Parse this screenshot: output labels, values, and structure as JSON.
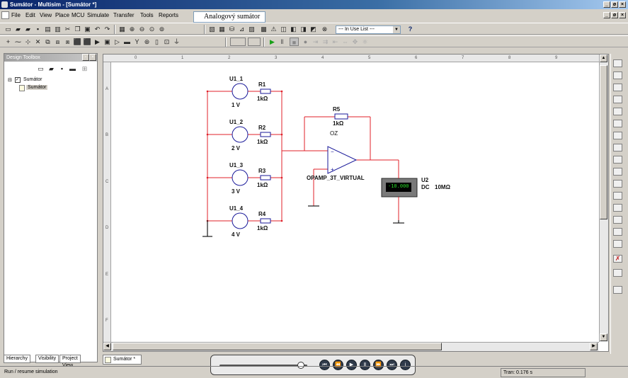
{
  "window": {
    "title": "Sumátor - Multisim - [Sumátor *]",
    "controls": [
      "_",
      "ø",
      "×"
    ]
  },
  "menu": {
    "items": [
      "File",
      "Edit",
      "View",
      "Place",
      "MCU",
      "Simulate",
      "Transfer",
      "Tools",
      "Reports"
    ]
  },
  "tooltip": "Analogový sumátor",
  "toolbar": {
    "in_use_list": "--- In Use List ---",
    "help_glyph": "?"
  },
  "design_toolbox": {
    "title": "Design Toolbox",
    "tree": {
      "root": "Sumátor",
      "child": "Sumátor"
    },
    "tabs": [
      "Hierarchy",
      "Visibility",
      "Project View"
    ]
  },
  "document_tab": "Sumátor *",
  "rulers": {
    "columns": [
      "0",
      "1",
      "2",
      "3",
      "4",
      "5",
      "6",
      "7",
      "8",
      "9"
    ],
    "rows": [
      "A",
      "B",
      "C",
      "D",
      "E",
      "F"
    ]
  },
  "schematic": {
    "sources": [
      {
        "ref": "U1_1",
        "value": "1 V",
        "resistor": "R1",
        "resistance": "1kΩ"
      },
      {
        "ref": "U1_2",
        "value": "2 V",
        "resistor": "R2",
        "resistance": "1kΩ"
      },
      {
        "ref": "U1_3",
        "value": "3 V",
        "resistor": "R3",
        "resistance": "1kΩ"
      },
      {
        "ref": "U1_4",
        "value": "4 V",
        "resistor": "R4",
        "resistance": "1kΩ"
      }
    ],
    "feedback": {
      "ref": "R5",
      "value": "1kΩ"
    },
    "opamp": {
      "ref": "OZ",
      "model": "OPAMP_3T_VIRTUAL"
    },
    "meter": {
      "ref": "U2",
      "mode": "DC",
      "impedance": "10MΩ",
      "reading": "-10.000"
    }
  },
  "status": {
    "text": "Run / resume simulation",
    "tran": "Tran: 0.176 s"
  },
  "colors": {
    "wire": "#e0202a",
    "component": "#1a1a9a",
    "meter_display": "#28d828"
  }
}
